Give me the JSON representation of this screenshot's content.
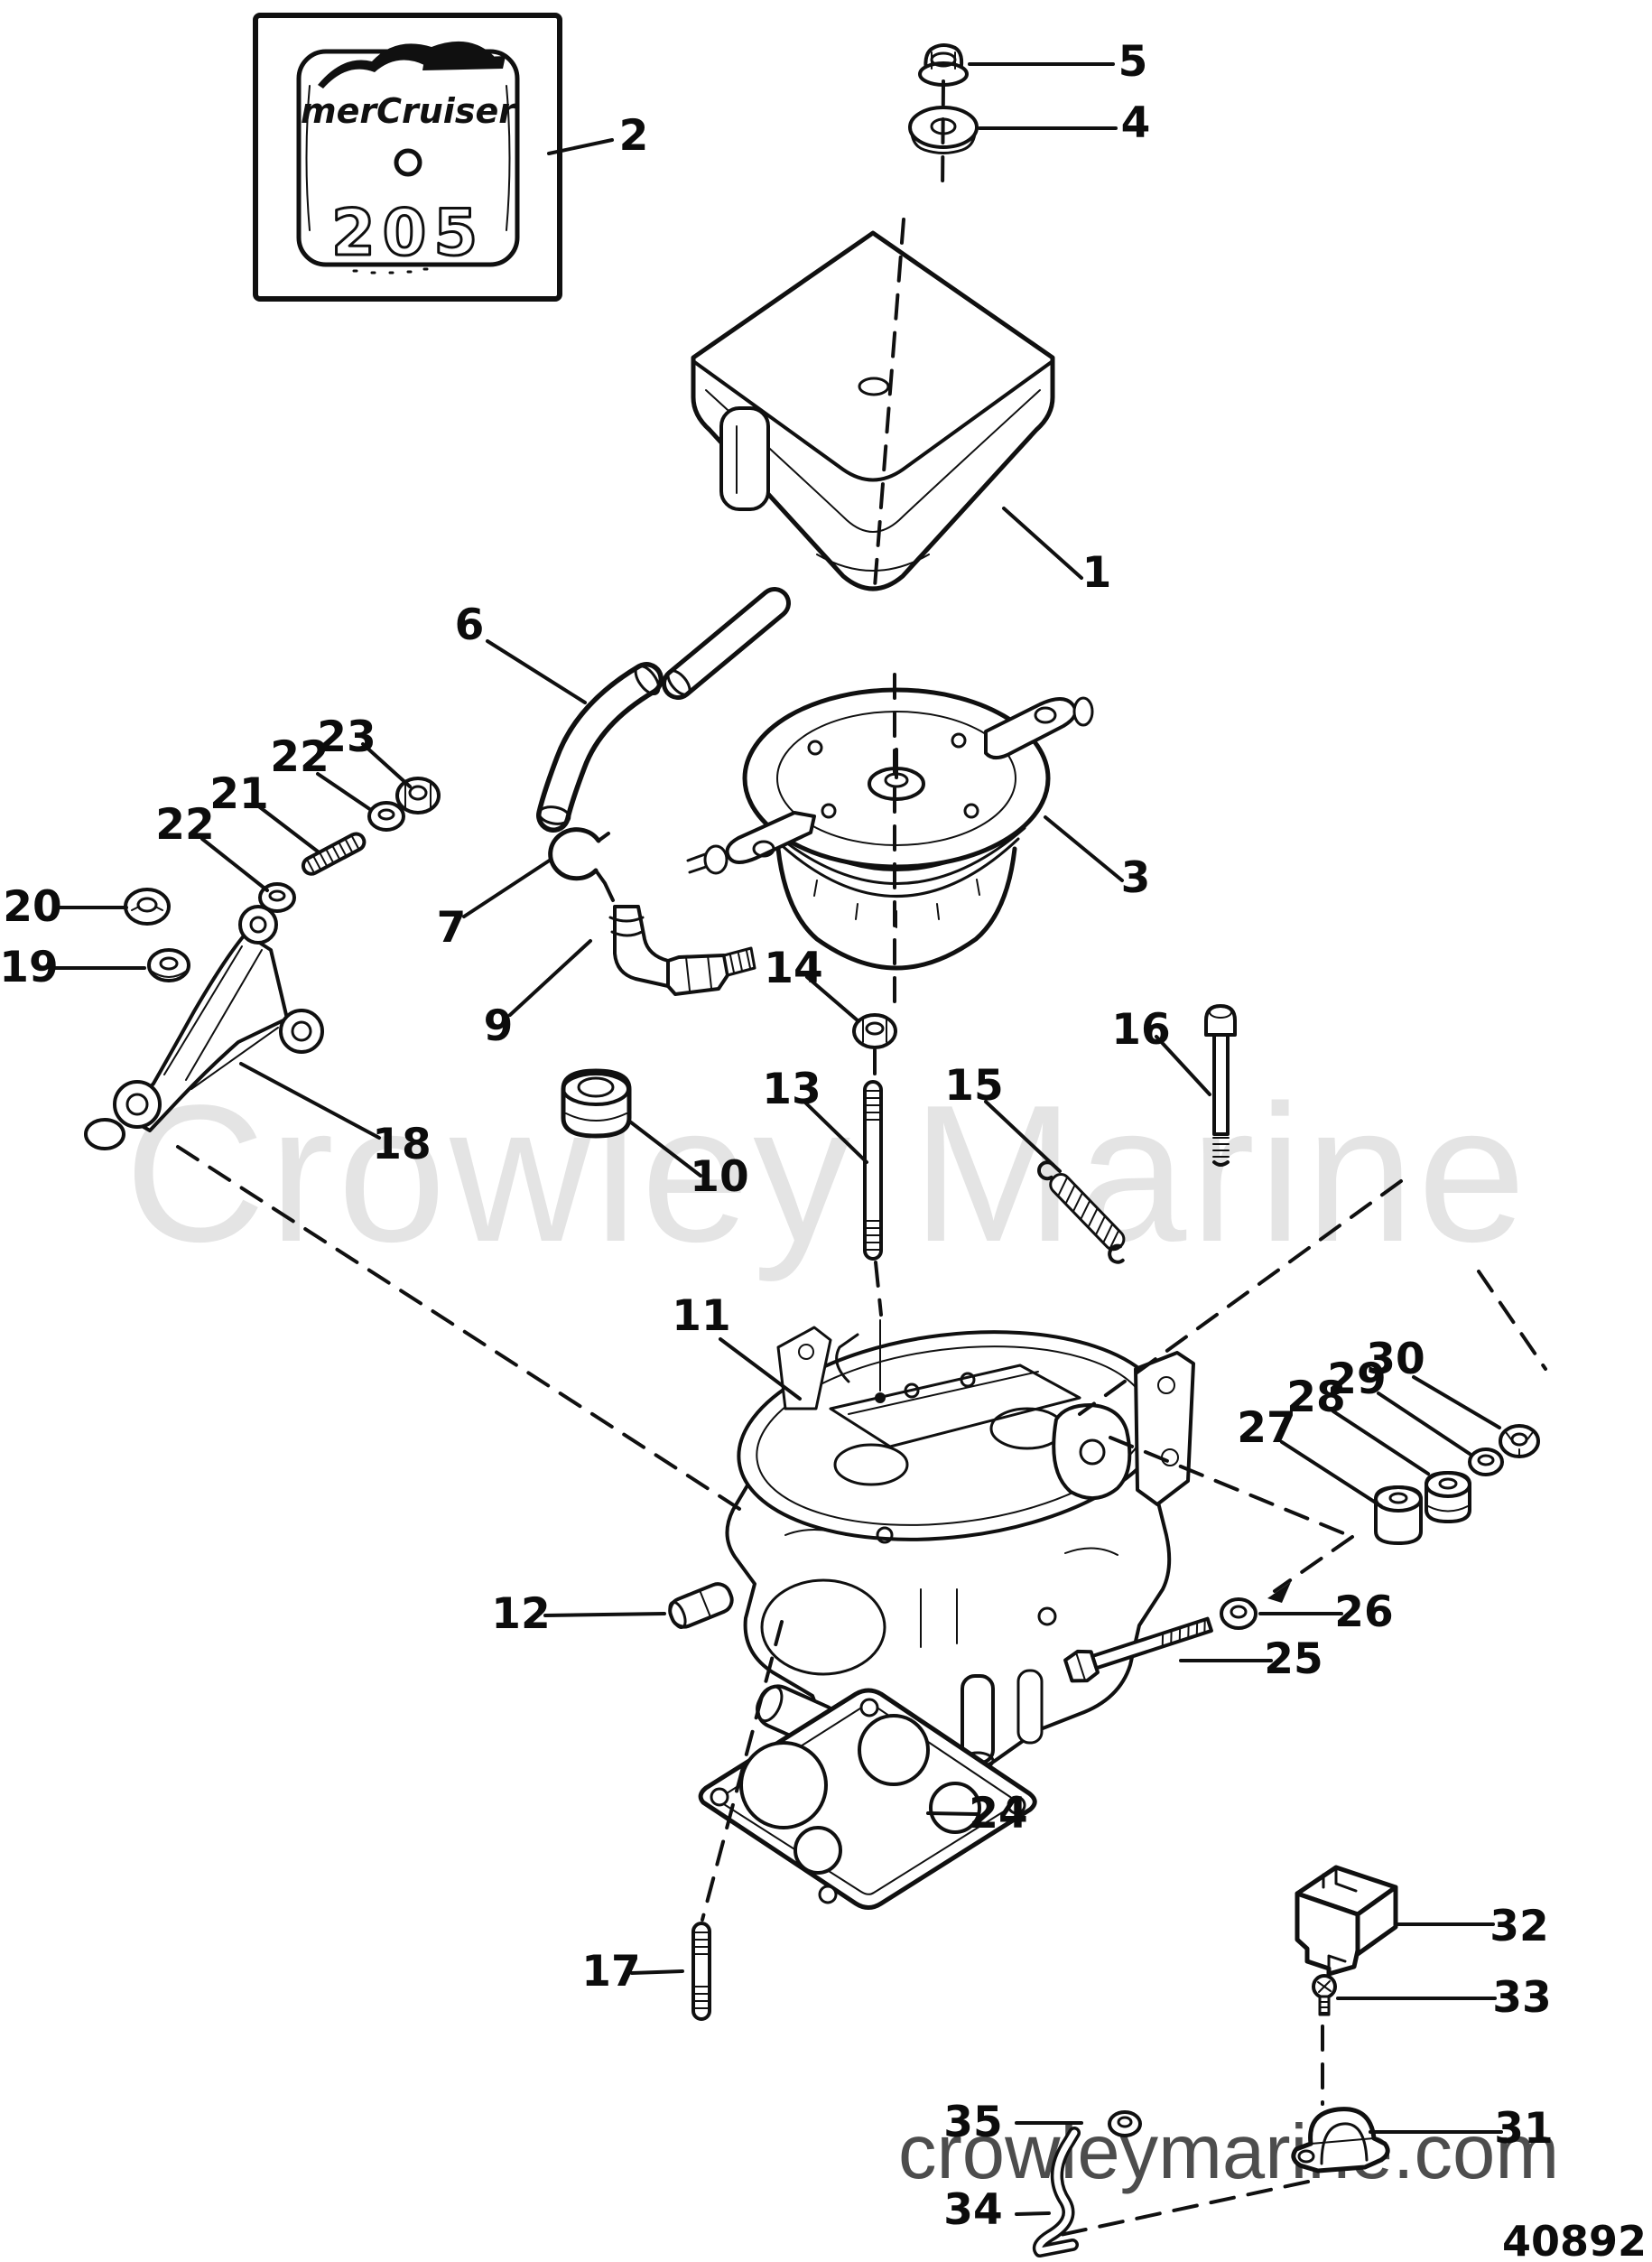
{
  "page": {
    "background": "#ffffff",
    "ink": "#101010",
    "watermark_center": "Crowley Marine",
    "watermark_center_color": "#e4e4e4",
    "watermark_bottom": "crowleymarine.com",
    "watermark_bottom_color": "#4d4d4d",
    "figure_number": "40892"
  },
  "decal": {
    "brand": "merCruiser",
    "model": "205"
  },
  "callouts": [
    {
      "n": "1"
    },
    {
      "n": "2"
    },
    {
      "n": "3"
    },
    {
      "n": "4"
    },
    {
      "n": "5"
    },
    {
      "n": "6"
    },
    {
      "n": "7"
    },
    {
      "n": "9"
    },
    {
      "n": "10"
    },
    {
      "n": "11"
    },
    {
      "n": "12"
    },
    {
      "n": "13"
    },
    {
      "n": "14"
    },
    {
      "n": "15"
    },
    {
      "n": "16"
    },
    {
      "n": "17"
    },
    {
      "n": "18"
    },
    {
      "n": "19"
    },
    {
      "n": "20"
    },
    {
      "n": "21"
    },
    {
      "n": "22"
    },
    {
      "n": "22"
    },
    {
      "n": "23"
    },
    {
      "n": "24"
    },
    {
      "n": "25"
    },
    {
      "n": "26"
    },
    {
      "n": "27"
    },
    {
      "n": "28"
    },
    {
      "n": "29"
    },
    {
      "n": "30"
    },
    {
      "n": "31"
    },
    {
      "n": "32"
    },
    {
      "n": "33"
    },
    {
      "n": "34"
    },
    {
      "n": "35"
    }
  ]
}
